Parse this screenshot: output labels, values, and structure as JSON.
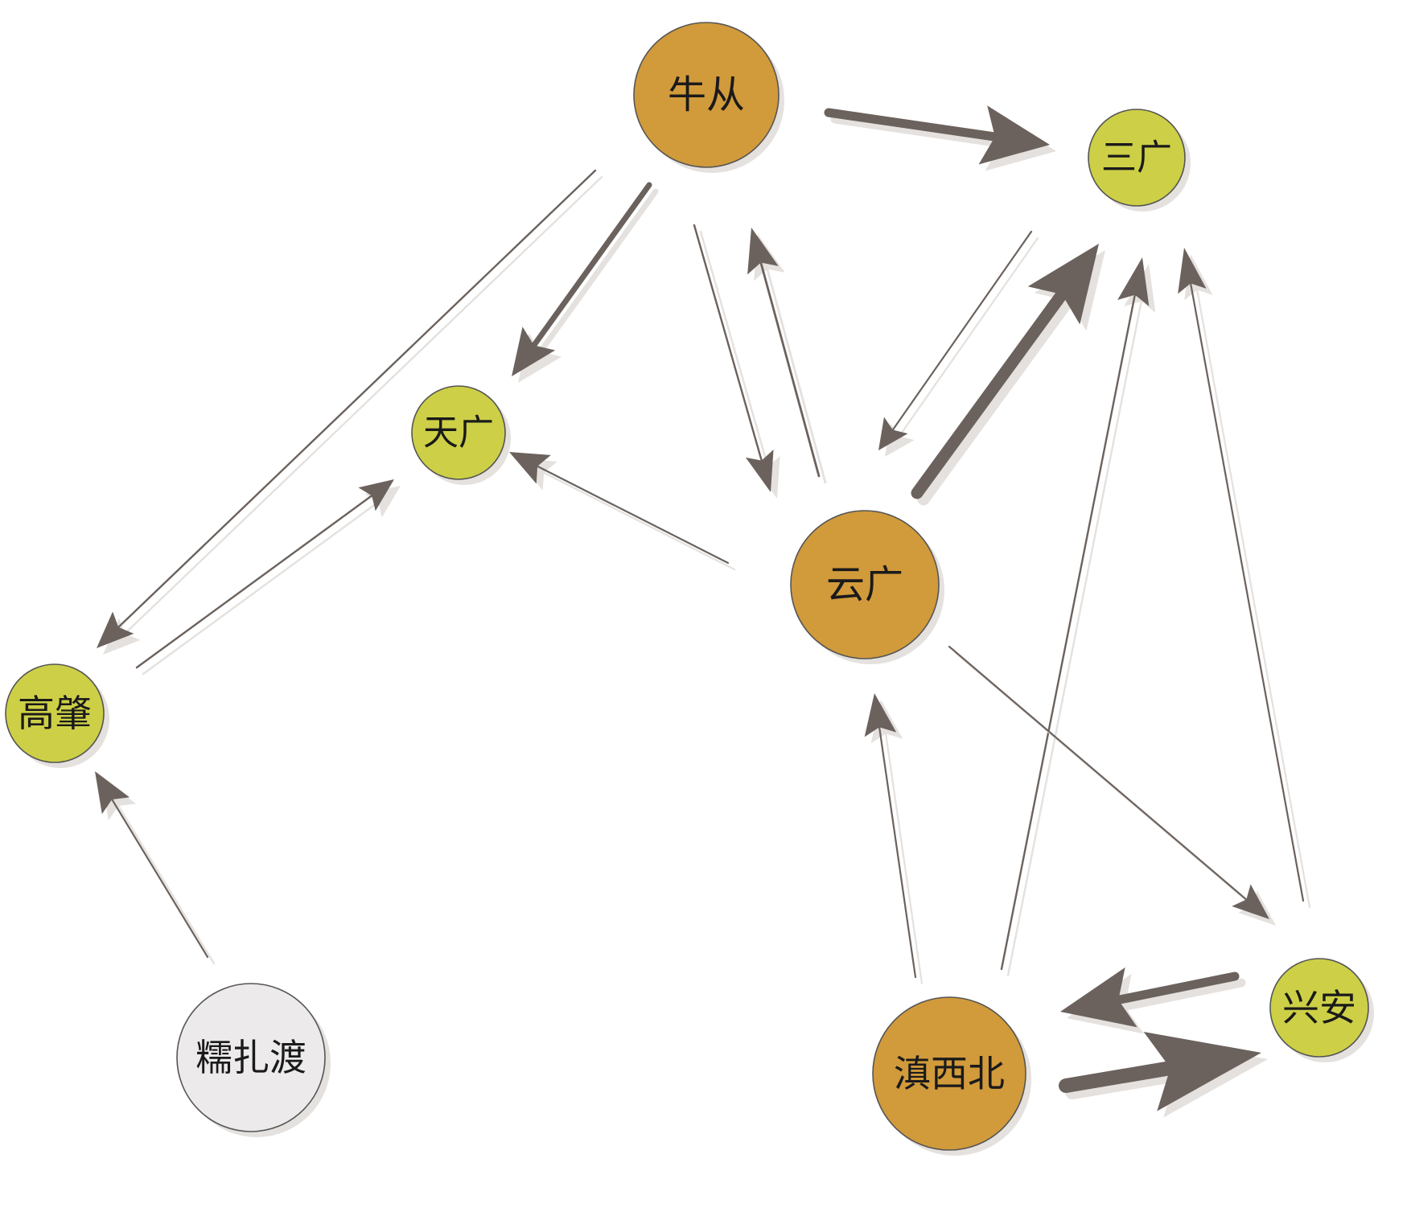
{
  "colors": {
    "background": "#ffffff",
    "hub": "#d19a3b",
    "leaf": "#cdd046",
    "isolated": "#eceaea",
    "node_stroke": "#555555",
    "edge": "#6b625d",
    "edge_shadow": "#e4e1de"
  },
  "nodes": [
    {
      "id": "niucong",
      "label": "牛从",
      "kind": "hub"
    },
    {
      "id": "sanguang",
      "label": "三广",
      "kind": "leaf"
    },
    {
      "id": "tianguang",
      "label": "天广",
      "kind": "leaf"
    },
    {
      "id": "yunguang",
      "label": "云广",
      "kind": "hub"
    },
    {
      "id": "gaozhao",
      "label": "高肇",
      "kind": "leaf"
    },
    {
      "id": "nuozhadu",
      "label": "糯扎渡",
      "kind": "isolated"
    },
    {
      "id": "dianxibei",
      "label": "滇西北",
      "kind": "hub"
    },
    {
      "id": "xingan",
      "label": "兴安",
      "kind": "leaf"
    }
  ],
  "edges": [
    {
      "from": "niucong",
      "to": "sanguang",
      "weight": "heavy"
    },
    {
      "from": "niucong",
      "to": "tianguang",
      "weight": "medium"
    },
    {
      "from": "niucong",
      "to": "gaozhao",
      "weight": "thin"
    },
    {
      "from": "niucong",
      "to": "yunguang",
      "weight": "thin"
    },
    {
      "from": "yunguang",
      "to": "niucong",
      "weight": "thin"
    },
    {
      "from": "sanguang",
      "to": "yunguang",
      "weight": "thin"
    },
    {
      "from": "yunguang",
      "to": "sanguang",
      "weight": "heavy"
    },
    {
      "from": "yunguang",
      "to": "tianguang",
      "weight": "thin"
    },
    {
      "from": "gaozhao",
      "to": "tianguang",
      "weight": "thin"
    },
    {
      "from": "nuozhadu",
      "to": "gaozhao",
      "weight": "thin"
    },
    {
      "from": "dianxibei",
      "to": "yunguang",
      "weight": "thin"
    },
    {
      "from": "dianxibei",
      "to": "sanguang",
      "weight": "thin"
    },
    {
      "from": "yunguang",
      "to": "xingan",
      "weight": "thin"
    },
    {
      "from": "xingan",
      "to": "sanguang",
      "weight": "thin"
    },
    {
      "from": "xingan",
      "to": "dianxibei",
      "weight": "medium"
    },
    {
      "from": "dianxibei",
      "to": "xingan",
      "weight": "heaviest"
    }
  ]
}
